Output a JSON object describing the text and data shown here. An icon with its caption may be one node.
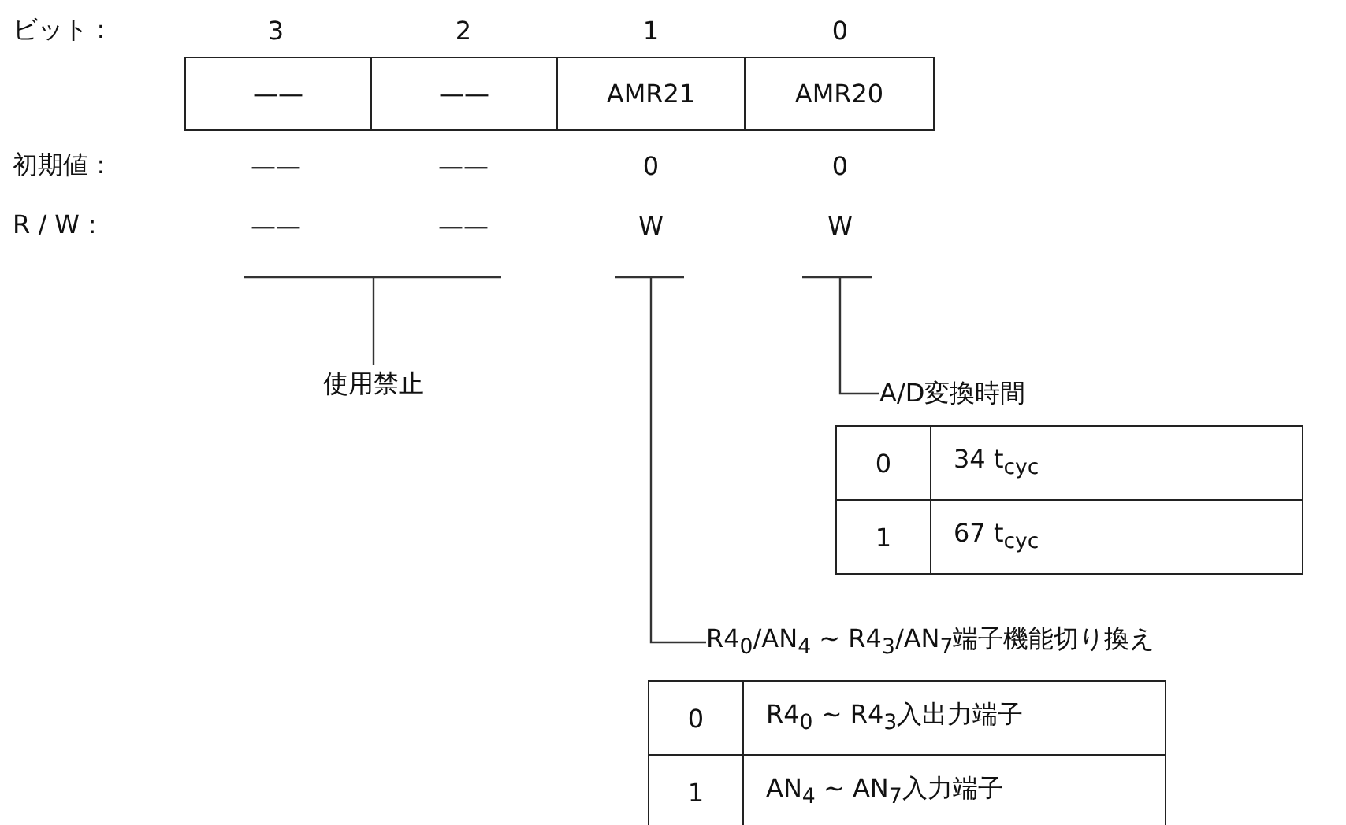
{
  "diagram": {
    "nodes": [
      {
        "text": [
          "使用禁止"
        ]
      },
      {
        "text": [
          "A/D変換時間"
        ]
      },
      {
        "text": [
          "R4$_{0}$/AN$_{4}$ ~ R4$_{3}$/AN$_{7}$端子機能切り換え"
        ]
      }
    ],
    "edges": [
      {
        "from": 0,
        "to": null,
        "arrow": "none"
      },
      {
        "from": 1,
        "to": null,
        "arrow": "none"
      },
      {
        "from": 2,
        "to": null,
        "arrow": "none"
      }
    ],
    "labels": [
      "ビット：",
      "3",
      "2",
      "1",
      "0",
      "——",
      "——",
      "AMR21",
      "AMR20",
      "初期値：",
      "——",
      "——",
      "0",
      "0",
      "R / W：",
      "——",
      "——",
      "W",
      "W",
      "0",
      "34 t$_{cyc}$",
      "1",
      "67 t$_{cyc}$",
      "0",
      "R4$_{0}$ ~ R4$_{3}$入出力端子",
      "1",
      "AN$_{4}$ ~ AN$_{7}$入力端子"
    ]
  }
}
